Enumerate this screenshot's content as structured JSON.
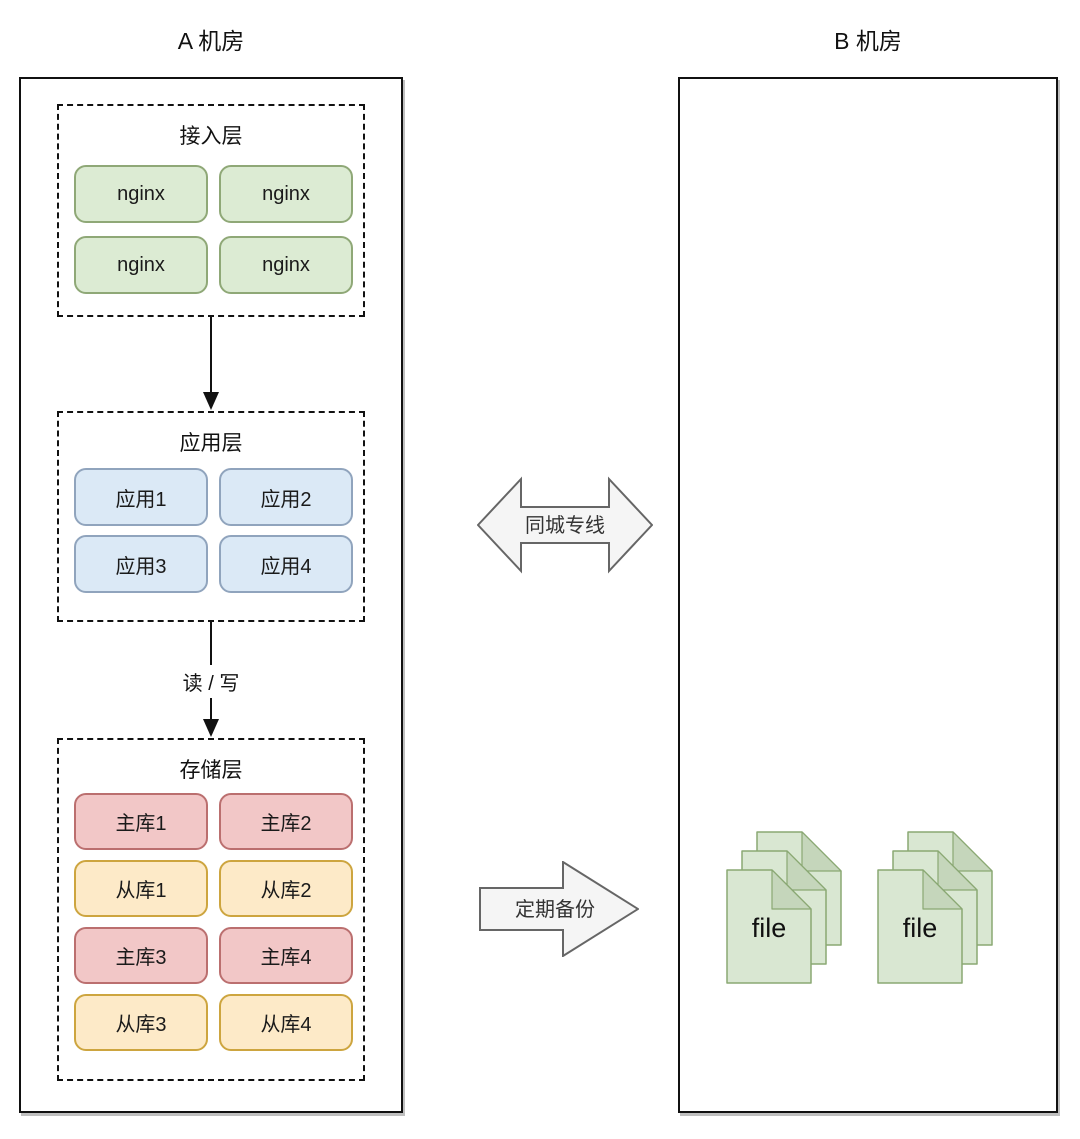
{
  "diagram": {
    "room_a": {
      "title": "A 机房",
      "layers": {
        "access": {
          "title": "接入层",
          "nodes": [
            {
              "label": "nginx"
            },
            {
              "label": "nginx"
            },
            {
              "label": "nginx"
            },
            {
              "label": "nginx"
            }
          ]
        },
        "app": {
          "title": "应用层",
          "nodes": [
            {
              "label": "应用1"
            },
            {
              "label": "应用2"
            },
            {
              "label": "应用3"
            },
            {
              "label": "应用4"
            }
          ]
        },
        "storage": {
          "title": "存储层",
          "nodes": [
            {
              "label": "主库1",
              "type": "master"
            },
            {
              "label": "主库2",
              "type": "master"
            },
            {
              "label": "从库1",
              "type": "slave"
            },
            {
              "label": "从库2",
              "type": "slave"
            },
            {
              "label": "主库3",
              "type": "master"
            },
            {
              "label": "主库4",
              "type": "master"
            },
            {
              "label": "从库3",
              "type": "slave"
            },
            {
              "label": "从库4",
              "type": "slave"
            }
          ]
        }
      },
      "flow_labels": {
        "read_write": "读 / 写"
      }
    },
    "room_b": {
      "title": "B 机房",
      "file_stacks": [
        {
          "label": "file"
        },
        {
          "label": "file"
        }
      ]
    },
    "links": {
      "city_line": {
        "label": "同城专线"
      },
      "backup": {
        "label": "定期备份"
      }
    },
    "colors": {
      "nginx_node": {
        "fill": "#dcebd3",
        "border": "#8fa877"
      },
      "app_node": {
        "fill": "#dbe9f6",
        "border": "#90a4bd"
      },
      "master_db_node": {
        "fill": "#f2c7c7",
        "border": "#bb6f6f"
      },
      "slave_db_node": {
        "fill": "#fdeac8",
        "border": "#cda53f"
      },
      "file_icon": {
        "fill": "#d9e7d2",
        "border": "#8aa873",
        "fold": "#c5d6bb"
      },
      "link_arrow": {
        "fill": "#f5f5f5",
        "border": "#666666"
      },
      "outline": "#111111"
    }
  }
}
